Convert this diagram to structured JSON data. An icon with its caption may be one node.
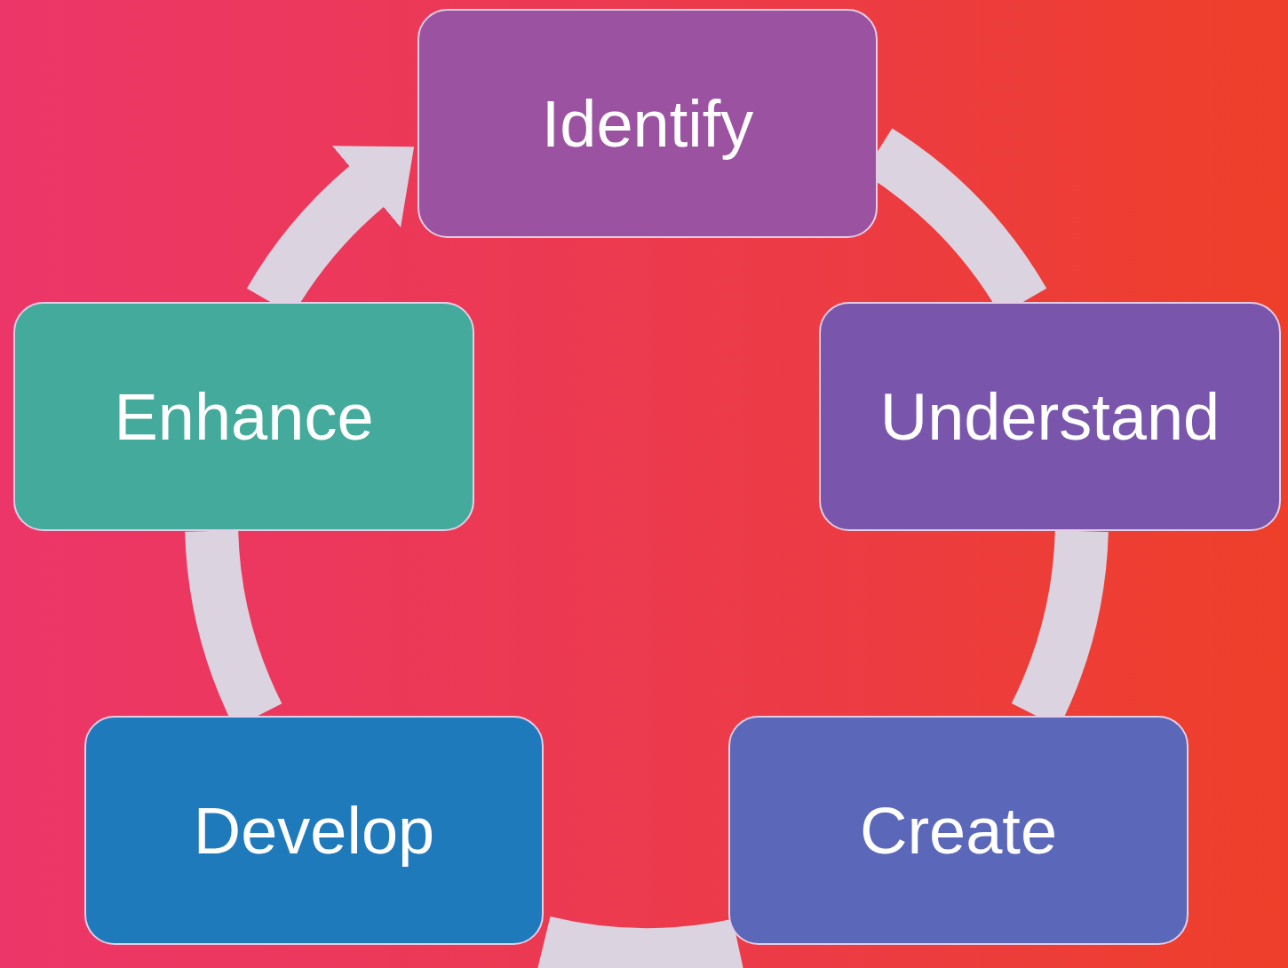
{
  "diagram": {
    "nodes": [
      {
        "text": [
          "Identify"
        ]
      },
      {
        "text": [
          "Enhance"
        ]
      },
      {
        "text": [
          "Understand"
        ]
      },
      {
        "text": [
          "Develop"
        ]
      },
      {
        "text": [
          "Create"
        ]
      }
    ],
    "edges": [
      {
        "from": 0,
        "to": 2,
        "arrow": "none"
      },
      {
        "from": 2,
        "to": 4,
        "arrow": "none"
      },
      {
        "from": 4,
        "to": 3,
        "arrow": "none"
      },
      {
        "from": 3,
        "to": 1,
        "arrow": "none"
      },
      {
        "from": 1,
        "to": 0,
        "arrow": "to"
      }
    ]
  }
}
